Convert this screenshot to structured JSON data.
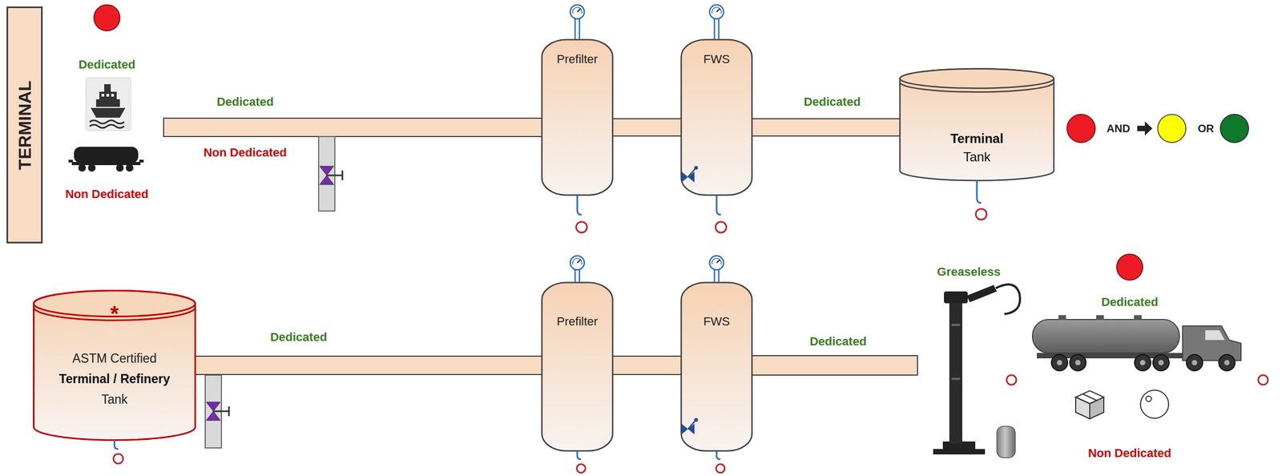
{
  "diagram": {
    "nodes": [
      {
        "text": [
          "TERMINAL"
        ]
      },
      {
        "text": [
          "Prefilter"
        ]
      },
      {
        "text": [
          "FWS"
        ]
      },
      {
        "text": [
          "Terminal",
          "Tank"
        ]
      },
      {
        "text": [
          "*",
          "ASTM Certified",
          "Terminal / Refinery",
          "Tank"
        ]
      },
      {
        "text": [
          "Prefilter"
        ]
      },
      {
        "text": [
          "FWS"
        ]
      }
    ],
    "edges": [
      {
        "from": 1,
        "to": 2,
        "arrow": "none"
      },
      {
        "from": 2,
        "to": 3,
        "arrow": "none"
      },
      {
        "from": 4,
        "to": 5,
        "arrow": "none"
      },
      {
        "from": 5,
        "to": 6,
        "arrow": "none"
      }
    ],
    "labels": [
      "Dedicated",
      "Non Dedicated",
      "Dedicated",
      "Non Dedicated",
      "Dedicated",
      "AND",
      "OR",
      "Dedicated",
      "Dedicated",
      "Greaseless",
      "Dedicated",
      "Non Dedicated"
    ]
  }
}
